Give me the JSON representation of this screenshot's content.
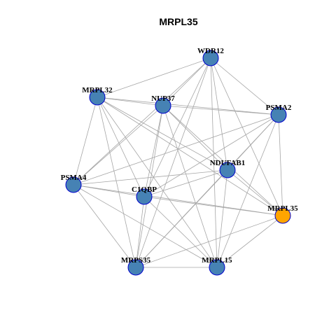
{
  "title": "MRPL35",
  "colors": {
    "node_fill": "#4682b4",
    "highlight_fill": "#ffa500",
    "node_stroke": "#0000cd",
    "edge": "#a6a6a6"
  },
  "nodes": [
    {
      "id": "WDR12",
      "label": "WDR12"
    },
    {
      "id": "MRPL32",
      "label": "MRPL32"
    },
    {
      "id": "NUP37",
      "label": "NUP37"
    },
    {
      "id": "PSMA2",
      "label": "PSMA2"
    },
    {
      "id": "NDUFAB1",
      "label": "NDUFAB1"
    },
    {
      "id": "PSMA4",
      "label": "PSMA4"
    },
    {
      "id": "C1QBP",
      "label": "C1QBP"
    },
    {
      "id": "MRPL35",
      "label": "MRPL35",
      "highlight": true
    },
    {
      "id": "MRPS35",
      "label": "MRPS35"
    },
    {
      "id": "MRPL15",
      "label": "MRPL15"
    }
  ],
  "edges": [
    [
      "WDR12",
      "MRPL32"
    ],
    [
      "WDR12",
      "NUP37"
    ],
    [
      "WDR12",
      "PSMA2"
    ],
    [
      "WDR12",
      "NDUFAB1"
    ],
    [
      "WDR12",
      "PSMA4"
    ],
    [
      "WDR12",
      "C1QBP"
    ],
    [
      "WDR12",
      "MRPL35"
    ],
    [
      "WDR12",
      "MRPS35"
    ],
    [
      "WDR12",
      "MRPL15"
    ],
    [
      "MRPL32",
      "NUP37"
    ],
    [
      "MRPL32",
      "PSMA2"
    ],
    [
      "MRPL32",
      "NDUFAB1"
    ],
    [
      "MRPL32",
      "PSMA4"
    ],
    [
      "MRPL32",
      "C1QBP"
    ],
    [
      "MRPL32",
      "MRPL35"
    ],
    [
      "MRPL32",
      "MRPS35"
    ],
    [
      "MRPL32",
      "MRPL15"
    ],
    [
      "NUP37",
      "PSMA2"
    ],
    [
      "NUP37",
      "NDUFAB1"
    ],
    [
      "NUP37",
      "PSMA4"
    ],
    [
      "NUP37",
      "C1QBP"
    ],
    [
      "NUP37",
      "MRPL35"
    ],
    [
      "NUP37",
      "MRPS35"
    ],
    [
      "NUP37",
      "MRPL15"
    ],
    [
      "PSMA2",
      "NDUFAB1"
    ],
    [
      "PSMA2",
      "PSMA4"
    ],
    [
      "PSMA2",
      "C1QBP"
    ],
    [
      "PSMA2",
      "MRPL35"
    ],
    [
      "PSMA2",
      "MRPS35"
    ],
    [
      "PSMA2",
      "MRPL15"
    ],
    [
      "NDUFAB1",
      "PSMA4"
    ],
    [
      "NDUFAB1",
      "C1QBP"
    ],
    [
      "NDUFAB1",
      "MRPL35"
    ],
    [
      "NDUFAB1",
      "MRPS35"
    ],
    [
      "NDUFAB1",
      "MRPL15"
    ],
    [
      "PSMA4",
      "C1QBP"
    ],
    [
      "PSMA4",
      "MRPL35"
    ],
    [
      "PSMA4",
      "MRPS35"
    ],
    [
      "PSMA4",
      "MRPL15"
    ],
    [
      "C1QBP",
      "MRPL35"
    ],
    [
      "C1QBP",
      "MRPS35"
    ],
    [
      "C1QBP",
      "MRPL15"
    ],
    [
      "MRPL35",
      "MRPS35"
    ],
    [
      "MRPL35",
      "MRPL15"
    ],
    [
      "MRPS35",
      "MRPL15"
    ]
  ]
}
